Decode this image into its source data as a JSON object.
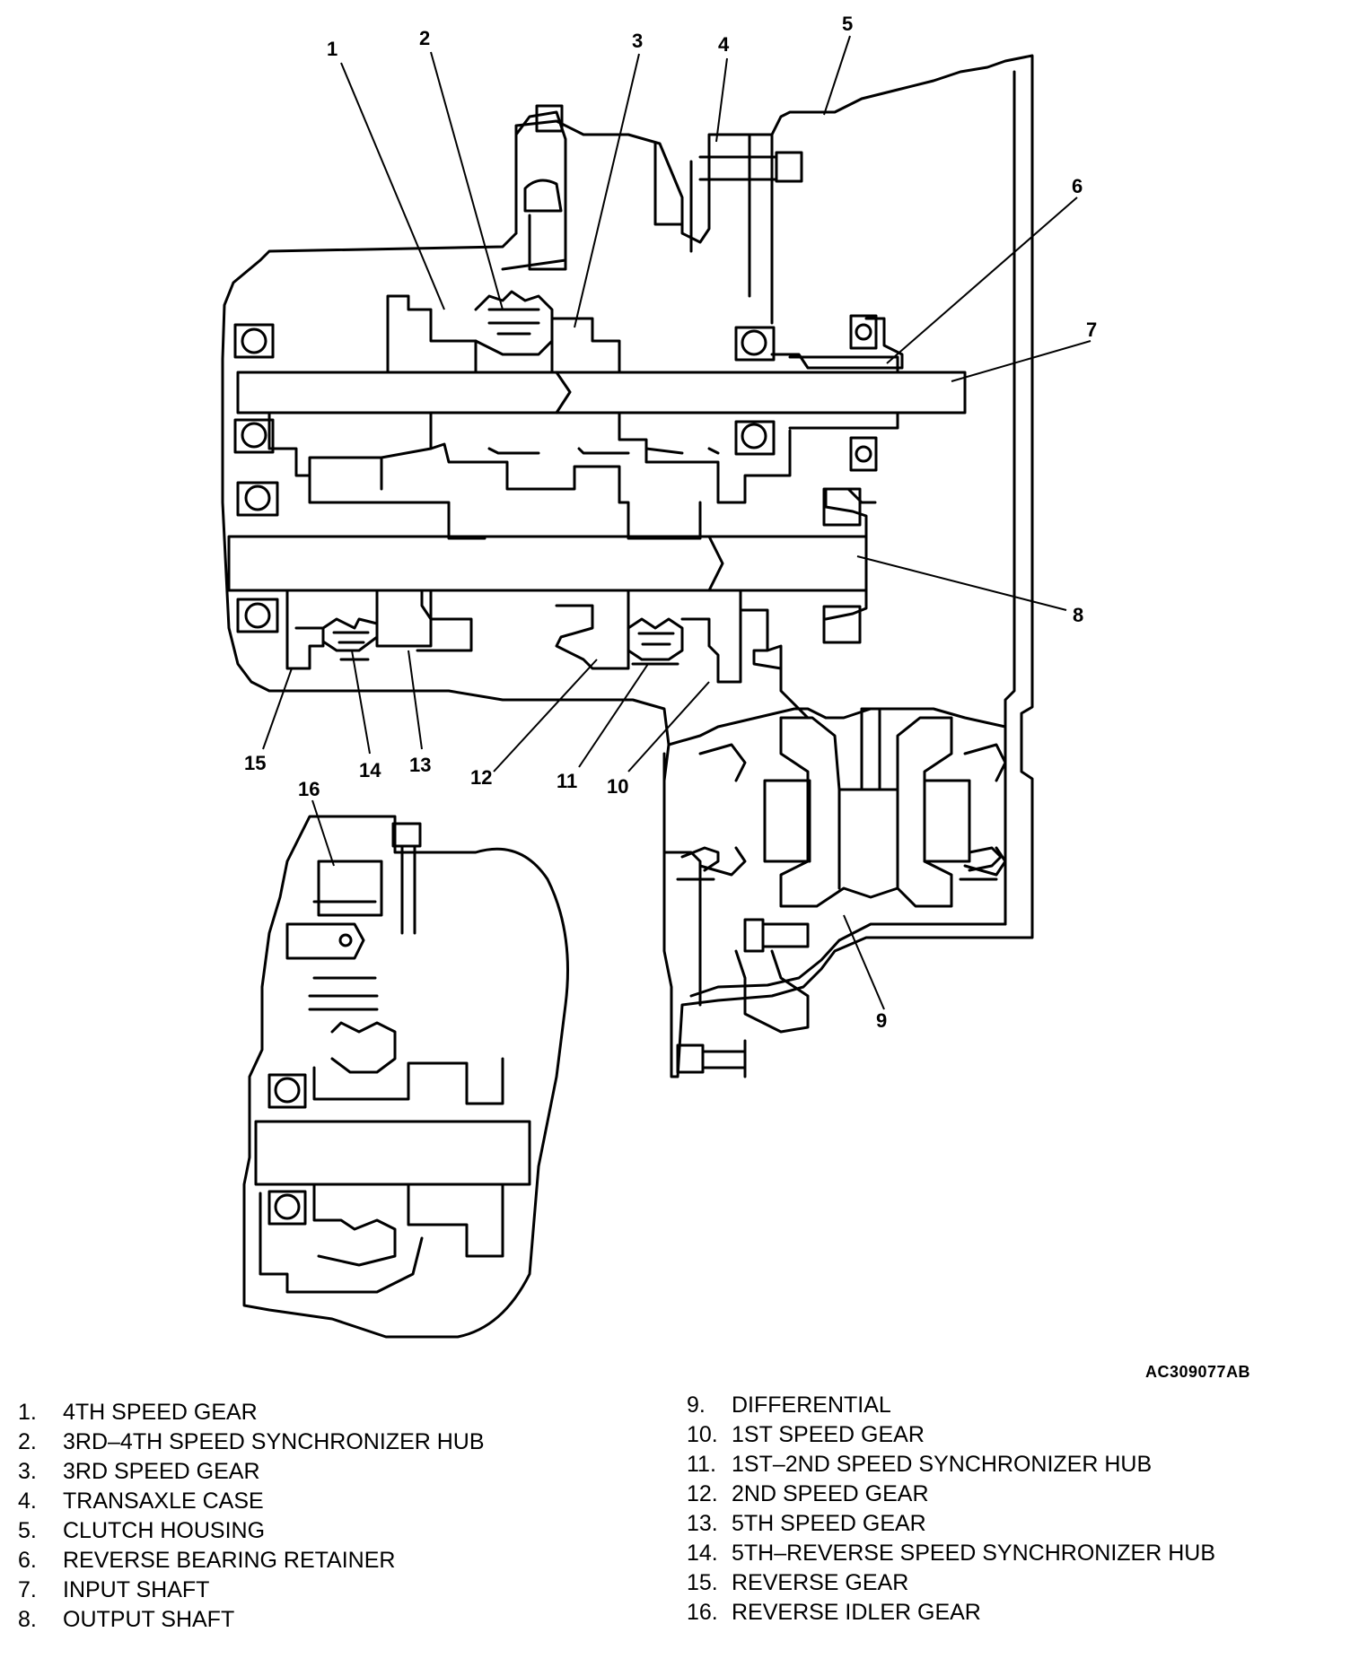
{
  "figure_id": "AC309077AB",
  "callouts": [
    "1",
    "2",
    "3",
    "4",
    "5",
    "6",
    "7",
    "8",
    "9",
    "10",
    "11",
    "12",
    "13",
    "14",
    "15",
    "16"
  ],
  "legend_left": [
    {
      "num": "1.",
      "label": "4TH SPEED GEAR"
    },
    {
      "num": "2.",
      "label": "3RD–4TH SPEED SYNCHRONIZER HUB"
    },
    {
      "num": "3.",
      "label": "3RD SPEED GEAR"
    },
    {
      "num": "4.",
      "label": "TRANSAXLE CASE"
    },
    {
      "num": "5.",
      "label": "CLUTCH HOUSING"
    },
    {
      "num": "6.",
      "label": "REVERSE BEARING RETAINER"
    },
    {
      "num": "7.",
      "label": "INPUT SHAFT"
    },
    {
      "num": "8.",
      "label": "OUTPUT SHAFT"
    }
  ],
  "legend_right": [
    {
      "num": "9.",
      "label": "DIFFERENTIAL"
    },
    {
      "num": "10.",
      "label": "1ST SPEED GEAR"
    },
    {
      "num": "11.",
      "label": "1ST–2ND SPEED SYNCHRONIZER HUB"
    },
    {
      "num": "12.",
      "label": "2ND SPEED GEAR"
    },
    {
      "num": "13.",
      "label": "5TH SPEED GEAR"
    },
    {
      "num": "14.",
      "label": "5TH–REVERSE SPEED SYNCHRONIZER HUB"
    },
    {
      "num": "15.",
      "label": "REVERSE GEAR"
    },
    {
      "num": "16.",
      "label": "REVERSE IDLER GEAR"
    }
  ]
}
